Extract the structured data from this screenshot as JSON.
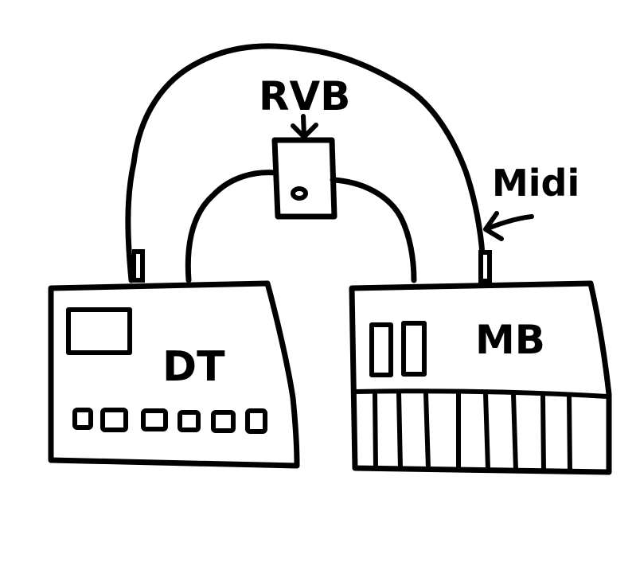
{
  "labels": {
    "reverb": "RVB",
    "midi": "Midi",
    "drum_machine": "DT",
    "synth": "MB"
  },
  "colors": {
    "ink": "#000000",
    "background": "#ffffff"
  },
  "devices": {
    "drum_machine_pads": 6,
    "synth_keys": 9
  }
}
